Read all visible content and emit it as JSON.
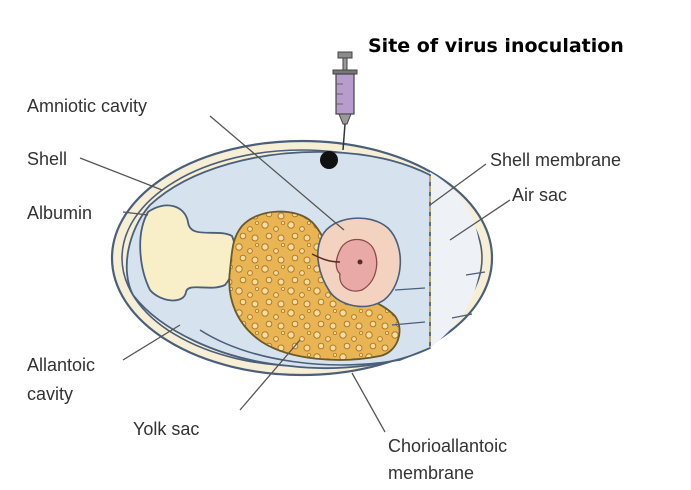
{
  "title": "Site of virus inoculation",
  "labels": {
    "amniotic_cavity": "Amniotic cavity",
    "shell": "Shell",
    "albumin": "Albumin",
    "allantoic_cavity_line1": "Allantoic",
    "allantoic_cavity_line2": "cavity",
    "yolk_sac": "Yolk sac",
    "shell_membrane": "Shell membrane",
    "air_sac": "Air sac",
    "chorioallantoic_line1": "Chorioallantoic",
    "chorioallantoic_line2": "membrane"
  },
  "colors": {
    "shell_fill": "#f7eed6",
    "shell_stroke": "#4a5f7a",
    "allantoic_fluid": "#d7e2ef",
    "albumin": "#f8efc9",
    "yolk": "#e7b24e",
    "amnion": "#f3d3c0",
    "embryo": "#e9a9a6",
    "syringe_barrel": "#b79ccc",
    "inoculation_dot": "#111111"
  }
}
